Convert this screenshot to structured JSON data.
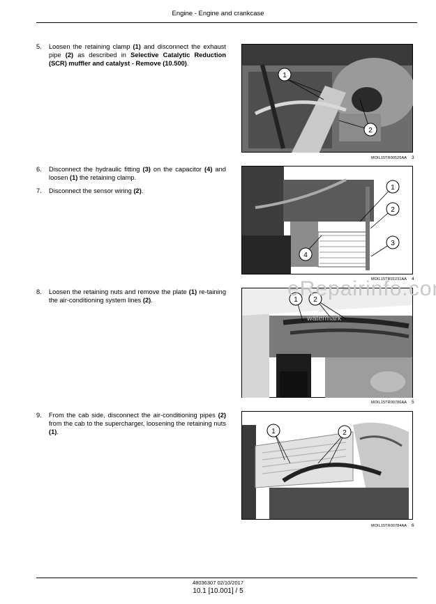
{
  "header": {
    "title": "Engine - Engine and crankcase"
  },
  "steps": [
    {
      "num": "5.",
      "text_html": "Loosen the retaining clamp <b>(1)</b> and disconnect the exhaust pipe <b>(2)</b> as described in <b>Selective Catalytic Reduction (SCR) muffler and catalyst - Remove (10.500)</b>."
    },
    {
      "num": "6.",
      "text_html": "Disconnect the hydraulic fitting <b>(3)</b> on the capacitor <b>(4)</b> and loosen <b>(1)</b> the retaining clamp."
    },
    {
      "num": "7.",
      "text_html": "Disconnect the sensor wiring <b>(2)</b>."
    },
    {
      "num": "8.",
      "text_html": "Loosen the retaining nuts and remove the plate <b>(1)</b> re-taining the air-conditioning system lines <b>(2)</b>."
    },
    {
      "num": "9.",
      "text_html": "From the cab side, disconnect the air-conditioning pipes <b>(2)</b> from the cab to the supercharger, loosening the retaining nuts <b>(1)</b>."
    }
  ],
  "figures": [
    {
      "code": "MOIL15TR00525AA",
      "number": "3",
      "callouts": [
        "1",
        "2"
      ]
    },
    {
      "code": "MOIL15TR01231AA",
      "number": "4",
      "callouts": [
        "1",
        "2",
        "3",
        "4"
      ]
    },
    {
      "code": "MOIL15TR00786AA",
      "number": "5",
      "callouts": [
        "1",
        "2"
      ]
    },
    {
      "code": "MOIL15TR00784AA",
      "number": "6",
      "callouts": [
        "1",
        "2"
      ]
    }
  ],
  "watermark": {
    "main": "eRepairinfo.com",
    "sub": "watermark"
  },
  "footer": {
    "doc": "48036307 02/10/2017",
    "page": "10.1 [10.001] / 5"
  }
}
